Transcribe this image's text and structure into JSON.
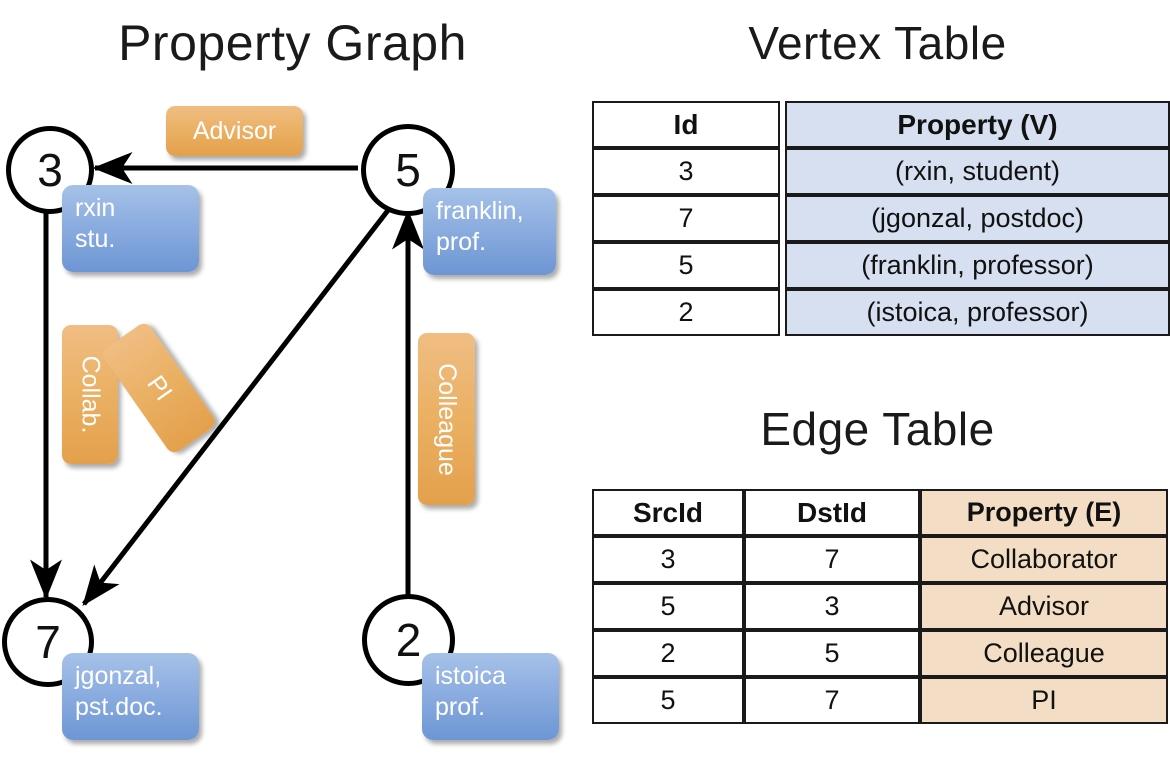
{
  "titles": {
    "property_graph": "Property Graph",
    "vertex_table": "Vertex Table",
    "edge_table": "Edge Table"
  },
  "colors": {
    "vertex_cell": "#d6e0f0",
    "edge_cell": "#f3dec5",
    "property_box_blue": "#8cade0",
    "edge_label_orange": "#eab063",
    "stroke": "#000000"
  },
  "graph": {
    "nodes": [
      {
        "id": "3",
        "property_line1": "rxin",
        "property_line2": "stu."
      },
      {
        "id": "5",
        "property_line1": "franklin,",
        "property_line2": "prof."
      },
      {
        "id": "7",
        "property_line1": "jgonzal,",
        "property_line2": "pst.doc."
      },
      {
        "id": "2",
        "property_line1": "istoica",
        "property_line2": "prof."
      }
    ],
    "edge_labels": [
      {
        "label": "Advisor",
        "orientation": "horizontal"
      },
      {
        "label": "Collab.",
        "orientation": "vertical"
      },
      {
        "label": "PI",
        "orientation": "rotated"
      },
      {
        "label": "Colleague",
        "orientation": "vertical"
      }
    ],
    "edges": [
      {
        "from": "5",
        "to": "3",
        "label": "Advisor"
      },
      {
        "from": "3",
        "to": "7",
        "label": "Collab."
      },
      {
        "from": "5",
        "to": "7",
        "label": "PI"
      },
      {
        "from": "2",
        "to": "5",
        "label": "Colleague"
      }
    ]
  },
  "vertex_table": {
    "headers": [
      "Id",
      "Property (V)"
    ],
    "rows": [
      {
        "id": "3",
        "property": "(rxin, student)"
      },
      {
        "id": "7",
        "property": "(jgonzal, postdoc)"
      },
      {
        "id": "5",
        "property": "(franklin, professor)"
      },
      {
        "id": "2",
        "property": "(istoica, professor)"
      }
    ]
  },
  "edge_table": {
    "headers": [
      "SrcId",
      "DstId",
      "Property (E)"
    ],
    "rows": [
      {
        "src": "3",
        "dst": "7",
        "property": "Collaborator"
      },
      {
        "src": "5",
        "dst": "3",
        "property": "Advisor"
      },
      {
        "src": "2",
        "dst": "5",
        "property": "Colleague"
      },
      {
        "src": "5",
        "dst": "7",
        "property": "PI"
      }
    ]
  }
}
